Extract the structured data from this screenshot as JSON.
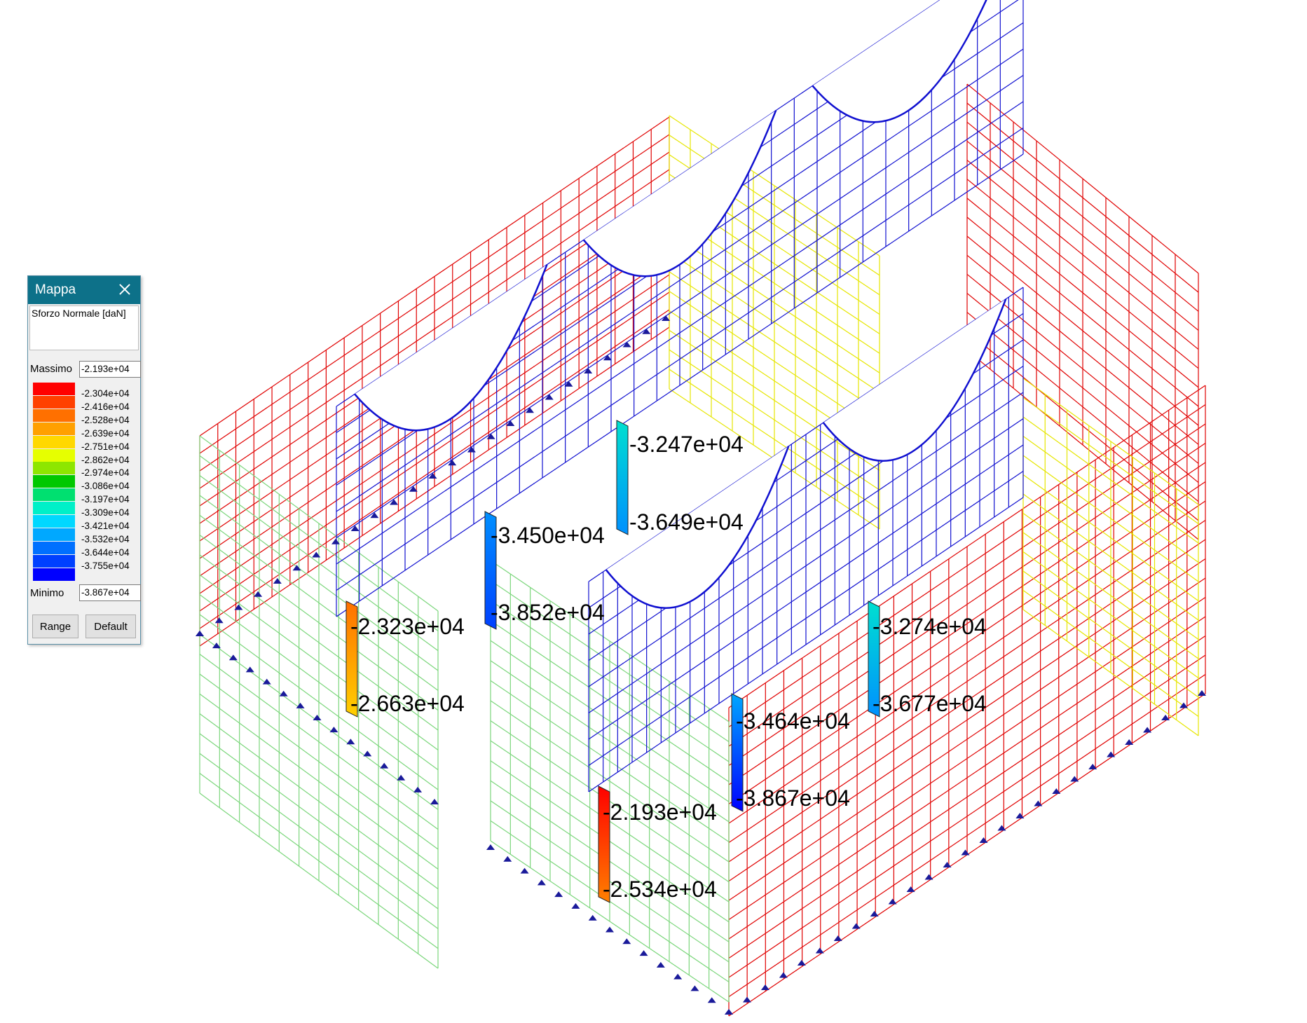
{
  "panel": {
    "title": "Mappa",
    "quantity": "Sforzo Normale [daN]",
    "max_label": "Massimo",
    "max_value": "-2.193e+04",
    "min_label": "Minimo",
    "min_value": "-3.867e+04",
    "range_button": "Range",
    "default_button": "Default",
    "legend": [
      {
        "label": "-2.304e+04",
        "color": "#ff0000"
      },
      {
        "label": "-2.416e+04",
        "color": "#ff4000"
      },
      {
        "label": "-2.528e+04",
        "color": "#ff7000"
      },
      {
        "label": "-2.639e+04",
        "color": "#ffa000"
      },
      {
        "label": "-2.751e+04",
        "color": "#ffd800"
      },
      {
        "label": "-2.862e+04",
        "color": "#e6ff00"
      },
      {
        "label": "-2.974e+04",
        "color": "#8ee600"
      },
      {
        "label": "-3.086e+04",
        "color": "#00c800"
      },
      {
        "label": "-3.197e+04",
        "color": "#00e070"
      },
      {
        "label": "-3.309e+04",
        "color": "#00f0c8"
      },
      {
        "label": "-3.421e+04",
        "color": "#00d8ff"
      },
      {
        "label": "-3.532e+04",
        "color": "#00a8ff"
      },
      {
        "label": "-3.644e+04",
        "color": "#0070ff"
      },
      {
        "label": "-3.755e+04",
        "color": "#0040ff"
      },
      {
        "label": "",
        "color": "#0000ff"
      }
    ]
  },
  "colors": {
    "wall_red": "#e00000",
    "wall_green": "#7cd67c",
    "wall_yellow": "#e6e600",
    "mesh_blue": "#1010d0",
    "support": "#1a1a9a"
  },
  "columns": [
    {
      "top": "-3.247e+04",
      "bottom": "-3.649e+04"
    },
    {
      "top": "-3.450e+04",
      "bottom": "-3.852e+04"
    },
    {
      "top": "-2.323e+04",
      "bottom": "-2.663e+04"
    },
    {
      "top": "-3.274e+04",
      "bottom": "-3.677e+04"
    },
    {
      "top": "-3.464e+04",
      "bottom": "-3.867e+04"
    },
    {
      "top": "-2.193e+04",
      "bottom": "-2.534e+04"
    }
  ]
}
